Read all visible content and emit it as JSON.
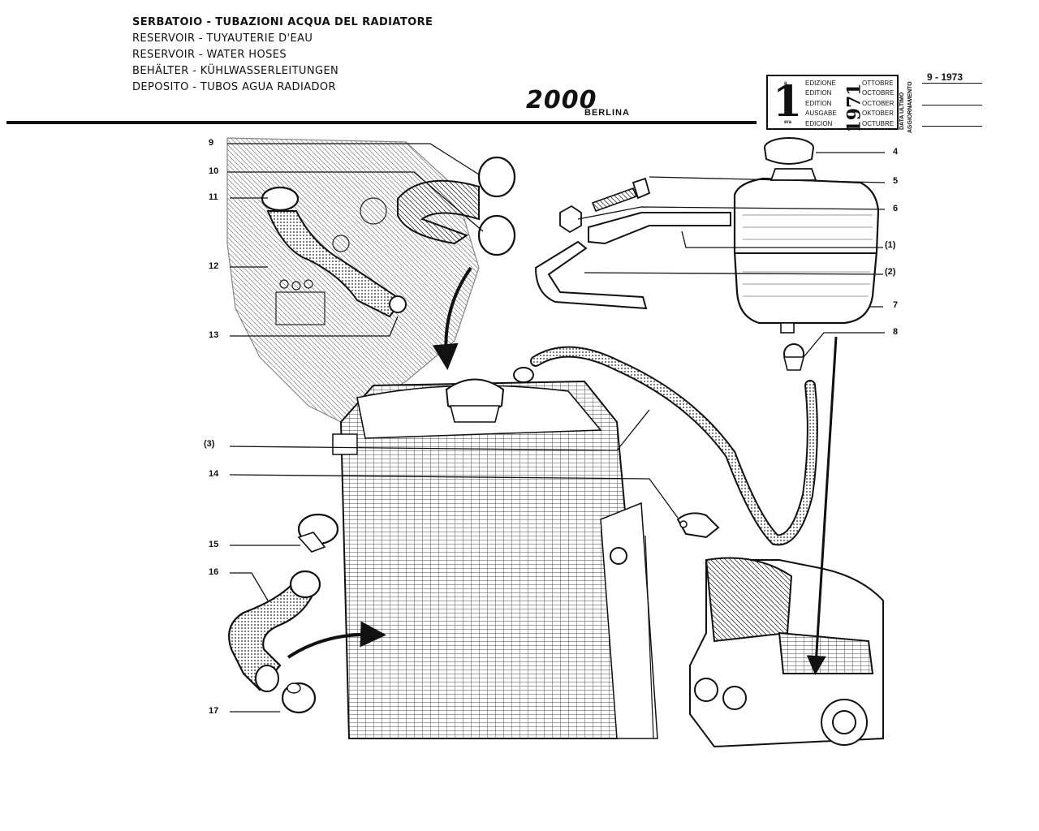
{
  "titles": [
    "SERBATOIO - TUBAZIONI ACQUA DEL RADIATORE",
    "RESERVOIR - TUYAUTERIE D'EAU",
    "RESERVOIR - WATER HOSES",
    "BEHÄLTER - KÜHLWASSERLEITUNGEN",
    "DEPOSITO - TUBOS AGUA RADIADOR"
  ],
  "logo": {
    "model": "2000",
    "variant": "BERLINA"
  },
  "edition": {
    "number": "1",
    "ordinals": [
      "a",
      "ere",
      "st",
      "",
      "era"
    ],
    "edition_words": [
      "EDIZIONE",
      "EDITION",
      "EDITION",
      "AUSGABE",
      "EDICION"
    ],
    "year": "1971",
    "months": [
      "OTTOBRE",
      "OCTOBRE",
      "OCTOBER",
      "OKTOBER",
      "OCTUBRE"
    ],
    "update_label_1": "DATA ULTIMO",
    "update_label_2": "AGGIORNAMENTO",
    "update_date": "9 - 1973"
  },
  "callouts": [
    "9",
    "10",
    "11",
    "12",
    "13",
    "(3)",
    "14",
    "15",
    "16",
    "17",
    "4",
    "5",
    "6",
    "(1)",
    "(2)",
    "7",
    "8"
  ]
}
